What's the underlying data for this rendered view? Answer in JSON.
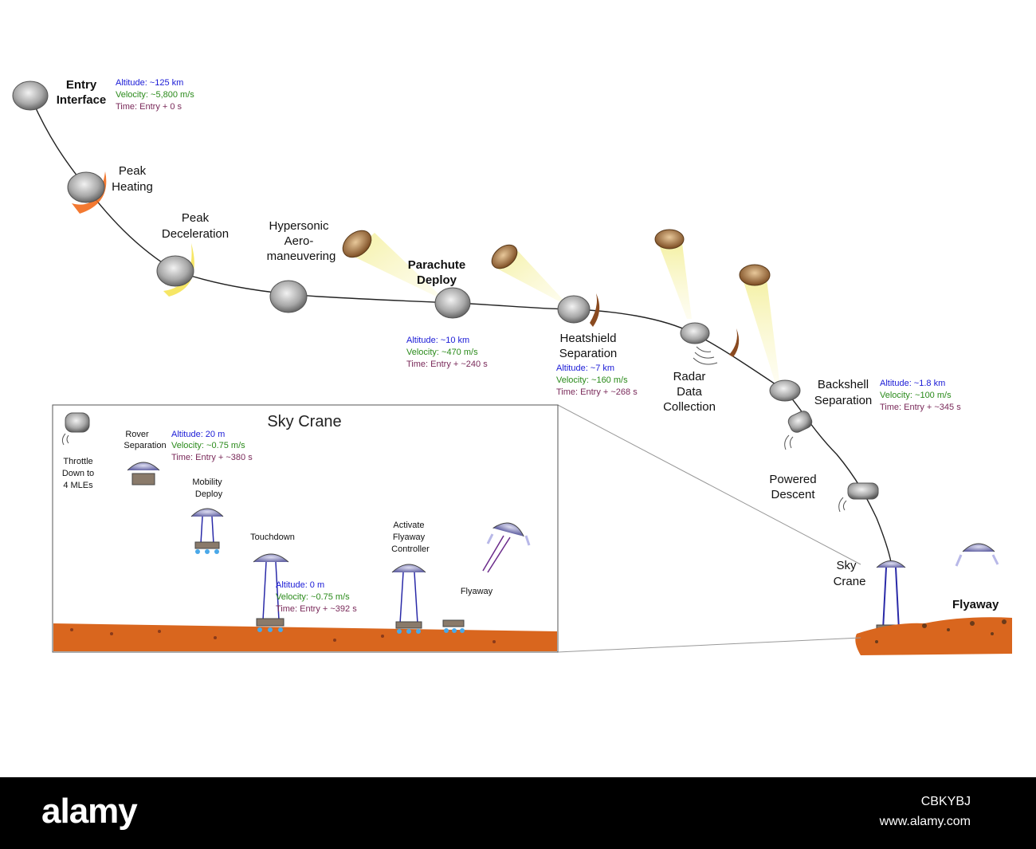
{
  "stages": {
    "entry": {
      "line1": "Entry",
      "line2": "Interface",
      "altitude": "Altitude: ~125 km",
      "velocity": "Velocity: ~5,800 m/s",
      "time": "Time: Entry + 0 s"
    },
    "peak_heating": {
      "line1": "Peak",
      "line2": "Heating"
    },
    "peak_decel": {
      "line1": "Peak",
      "line2": "Deceleration"
    },
    "hypersonic": {
      "line1": "Hypersonic",
      "line2": "Aero-",
      "line3": "maneuvering"
    },
    "parachute": {
      "line1": "Parachute",
      "line2": "Deploy",
      "altitude": "Altitude: ~10 km",
      "velocity": "Velocity: ~470 m/s",
      "time": "Time: Entry + ~240 s"
    },
    "heatshield": {
      "line1": "Heatshield",
      "line2": "Separation",
      "altitude": "Altitude: ~7 km",
      "velocity": "Velocity: ~160 m/s",
      "time": "Time: Entry + ~268 s"
    },
    "radar": {
      "line1": "Radar",
      "line2": "Data",
      "line3": "Collection"
    },
    "backshell": {
      "line1": "Backshell",
      "line2": "Separation",
      "altitude": "Altitude: ~1.8 km",
      "velocity": "Velocity: ~100 m/s",
      "time": "Time: Entry + ~345 s"
    },
    "powered": {
      "line1": "Powered",
      "line2": "Descent"
    },
    "skycrane": {
      "line1": "Sky",
      "line2": "Crane"
    },
    "flyaway": {
      "label": "Flyaway"
    }
  },
  "inset": {
    "title": "Sky Crane",
    "throttle": {
      "line1": "Throttle",
      "line2": "Down to",
      "line3": "4 MLEs"
    },
    "rover_sep": {
      "line1": "Rover",
      "line2": "Separation",
      "altitude": "Altitude: 20 m",
      "velocity": "Velocity: ~0.75 m/s",
      "time": "Time: Entry + ~380 s"
    },
    "mobility": {
      "line1": "Mobility",
      "line2": "Deploy"
    },
    "touchdown": {
      "label": "Touchdown",
      "altitude": "Altitude: 0 m",
      "velocity": "Velocity: ~0.75 m/s",
      "time": "Time: Entry + ~392 s"
    },
    "activate": {
      "line1": "Activate",
      "line2": "Flyaway",
      "line3": "Controller"
    },
    "flyaway": {
      "label": "Flyaway"
    }
  },
  "footer": {
    "logo": "alamy",
    "image_id": "CBKYBJ",
    "url": "www.alamy.com"
  },
  "colors": {
    "altitude": "#1a1ad6",
    "velocity": "#2a8a1a",
    "time": "#7a2a5a",
    "ground": "#d9661e",
    "heat_glow": "#f26a1b",
    "decel_glow": "#f4e24a",
    "chute": "#8a5a2a",
    "footer_bg": "#000000"
  }
}
